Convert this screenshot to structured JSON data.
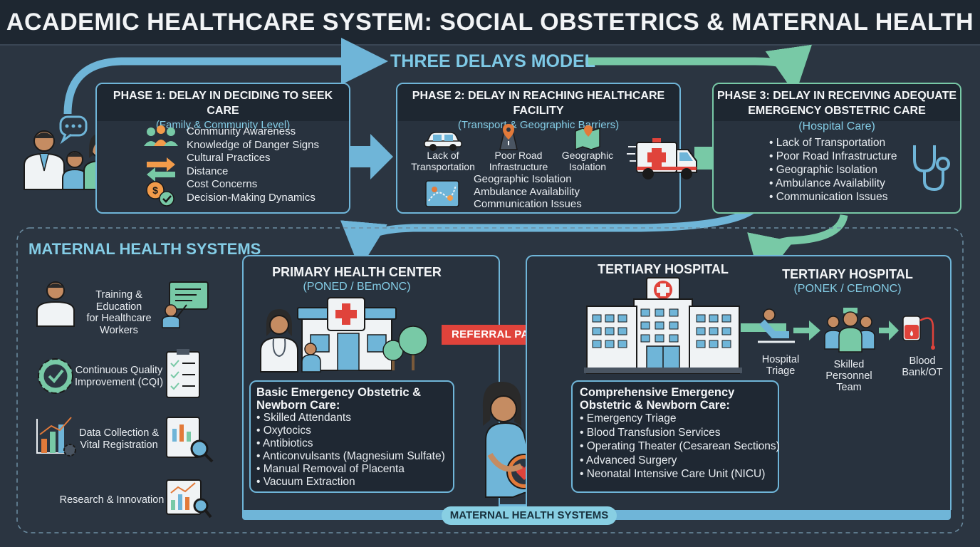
{
  "header": {
    "title": "ACADEMIC HEALTHCARE SYSTEM: SOCIAL OBSTETRICS & MATERNAL HEALTH"
  },
  "delays_model": {
    "title": "THREE DELAYS MODEL",
    "phase1": {
      "title": "PHASE 1: DELAY IN DECIDING TO SEEK CARE",
      "subtitle": "(Family & Community Level)",
      "items": [
        "Community Awareness",
        "Knowledge of Danger Signs",
        "Cultural Practices",
        "Distance",
        "Cost Concerns",
        "Decision-Making Dynamics"
      ]
    },
    "phase2": {
      "title": "PHASE 2: DELAY IN REACHING HEALTHCARE FACILITY",
      "subtitle": "(Transport & Geographic Barriers)",
      "icon_labels": [
        "Lack of Transportation",
        "Poor Road Infrastructure",
        "Geographic Isolation"
      ],
      "items": [
        "Geographic Isolation",
        "Ambulance Availability",
        "Communication Issues"
      ]
    },
    "phase3": {
      "title_line1": "PHASE 3: DELAY IN RECEIVING ADEQUATE",
      "title_line2": "EMERGENCY OBSTETRIC CARE",
      "subtitle": "(Hospital Care)",
      "items": [
        "• Lack of Transportation",
        "• Poor Road Infrastructure",
        "• Geographic Isolation",
        "• Ambulance Availability",
        "• Communication Issues"
      ]
    }
  },
  "maternal_systems": {
    "title": "MATERNAL HEALTH SYSTEMS",
    "sidebar": [
      {
        "label_lines": [
          "Training & Education",
          "for Healthcare",
          "Workers"
        ],
        "icon": "training-icon"
      },
      {
        "label_lines": [
          "Continuous Quality",
          "Improvement (CQI)"
        ],
        "icon": "quality-gear-icon"
      },
      {
        "label_lines": [
          "Data Collection &",
          "Vital Registration"
        ],
        "icon": "data-chart-icon"
      },
      {
        "label_lines": [
          "Research & Innovation"
        ],
        "icon": "research-icon"
      }
    ],
    "primary": {
      "title": "PRIMARY HEALTH CENTER",
      "subtitle": "(PONED / BEmONC)",
      "care_title_line1": "Basic Emergency Obstetric &",
      "care_title_line2": "Newborn Care:",
      "items": [
        "• Skilled Attendants",
        "• Oxytocics",
        "• Antibiotics",
        "• Anticonvulsants (Magnesium Sulfate)",
        "• Manual Removal of Placenta",
        "• Vacuum Extraction"
      ]
    },
    "referral": "REFERRAL PATHWAY",
    "tertiary": {
      "title_building": "TERTIARY HOSPITAL",
      "title": "TERTIARY HOSPITAL",
      "subtitle": "(PONEK / CEmONC)",
      "flow": [
        {
          "label_lines": [
            "Hospital",
            "Triage"
          ]
        },
        {
          "label_lines": [
            "Skilled",
            "Personnel",
            "Team"
          ]
        },
        {
          "label_lines": [
            "Blood",
            "Bank/OT"
          ]
        }
      ],
      "care_title_line1": "Comprehensive Emergency",
      "care_title_line2": "Obstetric & Newborn Care:",
      "items": [
        "• Emergency Triage",
        "• Blood Transfusion Services",
        "• Operating Theater (Cesarean Sections)",
        "• Advanced Surgery",
        "• Neonatal Intensive Care Unit (NICU)"
      ]
    },
    "footer_pill": "MATERNAL HEALTH SYSTEMS"
  },
  "colors": {
    "blue": "#6fb5d8",
    "green": "#78c9a6",
    "red": "#e0433b",
    "background": "#2b3541"
  }
}
